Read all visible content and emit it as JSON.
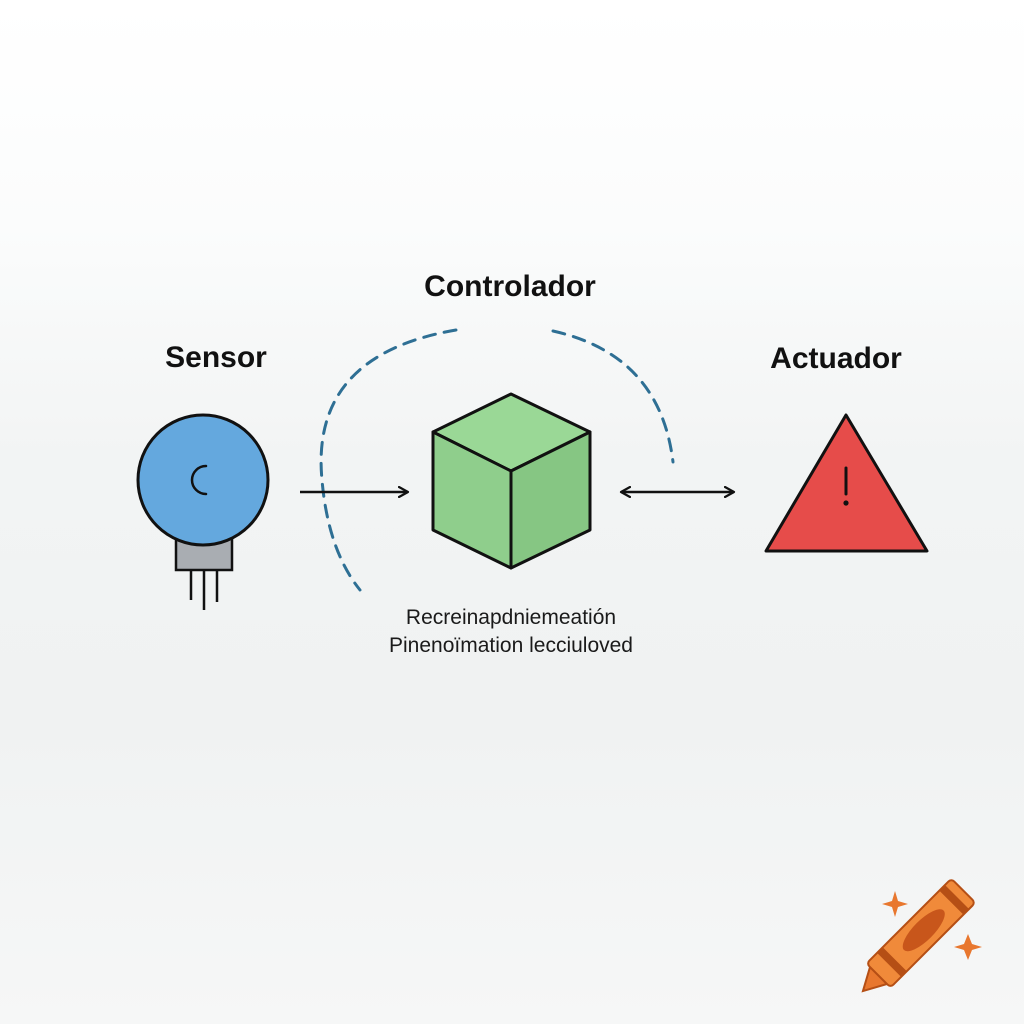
{
  "nodes": {
    "sensor": {
      "label": "Sensor",
      "icon": "sensor-bulb-icon",
      "color": "#64a8de"
    },
    "controller": {
      "label": "Controlador",
      "icon": "cube-icon",
      "color": "#8fce8c"
    },
    "actuator": {
      "label": "Actuador",
      "icon": "warning-triangle-icon",
      "color": "#e64c4a"
    }
  },
  "caption": {
    "line1": "Recreinapdniemeatión",
    "line2": "Pinenoïmation lecciuloved"
  },
  "feedback_loop": {
    "style": "dashed",
    "color": "#2e6f94"
  },
  "logo": {
    "icon": "crayon-logo-icon",
    "color": "#e8772e"
  }
}
